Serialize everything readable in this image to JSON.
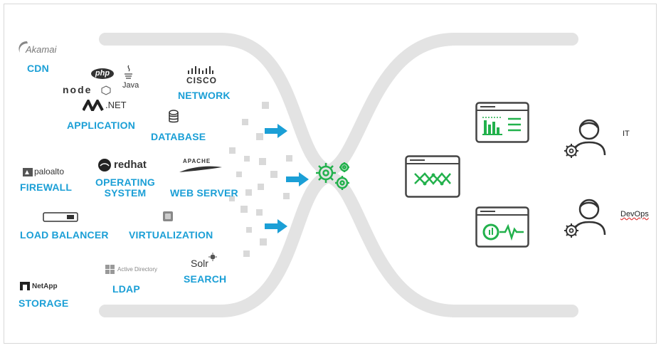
{
  "categories": {
    "cdn": "CDN",
    "application": "APPLICATION",
    "network": "NETWORK",
    "database": "DATABASE",
    "firewall": "FIREWALL",
    "os_line1": "OPERATING",
    "os_line2": "SYSTEM",
    "web_server": "WEB SERVER",
    "load_balancer": "LOAD BALANCER",
    "virtualization": "VIRTUALIZATION",
    "storage": "STORAGE",
    "ldap": "LDAP",
    "search": "SEARCH"
  },
  "logos": {
    "akamai": "Akamai",
    "php": "php",
    "java": "Java",
    "node": "node",
    "dotnet": ".NET",
    "cisco": "CISCO",
    "paloalto": "paloalto",
    "redhat": "redhat",
    "apache": "APACHE",
    "netapp": "NetApp",
    "active_directory": "Active Directory",
    "solr": "Solr"
  },
  "personas": {
    "it": "IT",
    "devops": "DevOps"
  },
  "colors": {
    "accent_blue": "#1b9fd6",
    "green": "#22b14c",
    "funnel_gray": "#e3e3e3",
    "square_gray": "#d9d9d9",
    "dark": "#333333"
  },
  "icons": [
    "gears-icon",
    "topology-dashboard-icon",
    "bar-chart-dashboard-icon",
    "gauge-dashboard-icon",
    "user-gear-icon",
    "arrow-right-icon"
  ]
}
